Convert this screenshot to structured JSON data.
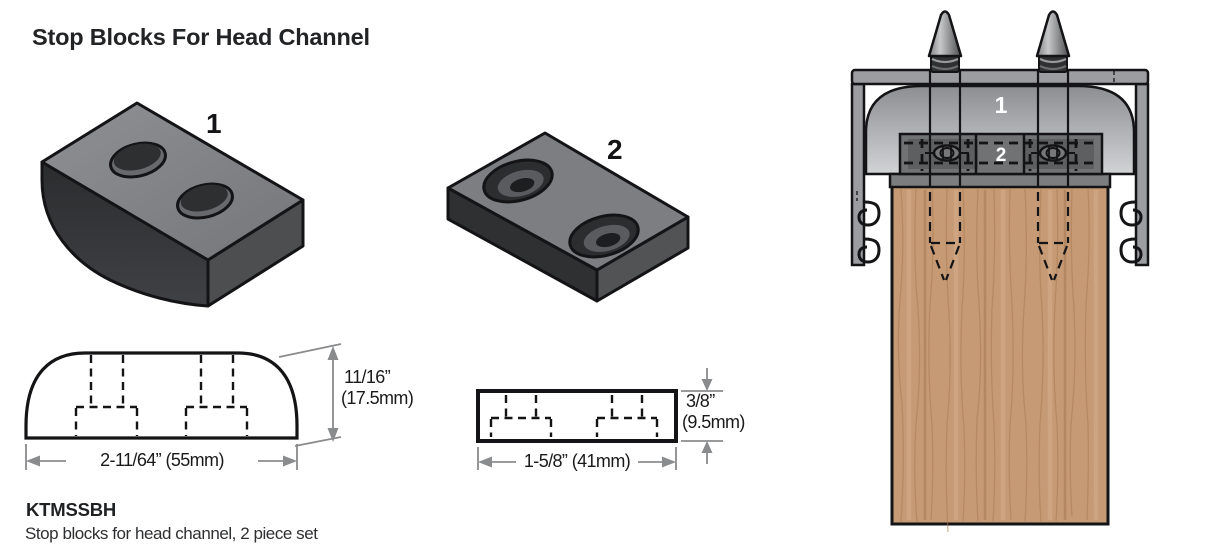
{
  "title": "Stop Blocks For Head Channel",
  "product": {
    "code": "KTMSSBH",
    "description": "Stop blocks for head channel, 2 piece set"
  },
  "labels": {
    "block1": "1",
    "block2": "2",
    "assembly_block1": "1",
    "assembly_block2": "2"
  },
  "dims": {
    "block1_height_in": "11/16”",
    "block1_height_mm": "(17.5mm)",
    "block1_width": "2-11/64” (55mm)",
    "block2_height_in": "3/8”",
    "block2_height_mm": "(9.5mm)",
    "block2_width": "1-5/8” (41mm)"
  },
  "colors": {
    "outline": "#141416",
    "channel_gray": "#9c9da0",
    "block2_gray": "#717274",
    "wood": "#c59a75",
    "dim_gray": "#8a8b8d"
  }
}
